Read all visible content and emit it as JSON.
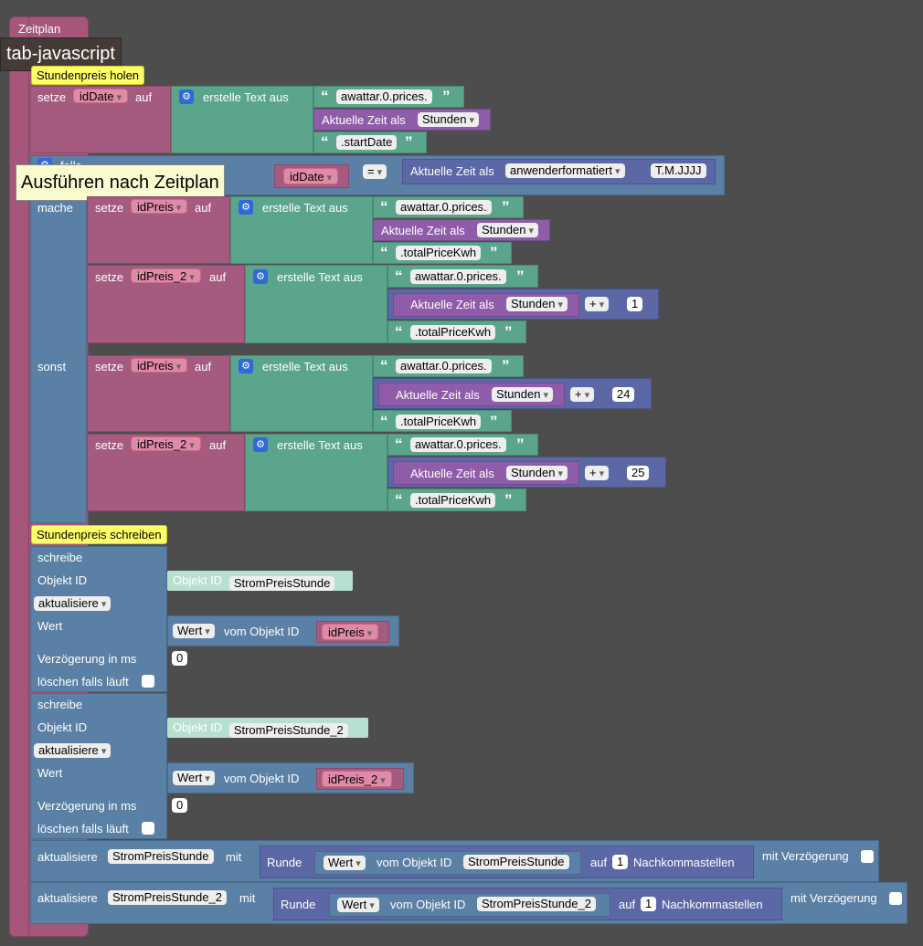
{
  "schedule": {
    "label": "Zeitplan",
    "tooltip": "Ausführen nach Zeitplan"
  },
  "tab_tooltip": "tab-javascript",
  "comments": {
    "price_get": "Stundenpreis holen",
    "price_write": "Stundenpreis schreiben"
  },
  "kw": {
    "set": "setze",
    "to": "auf",
    "create_text": "erstelle Text aus",
    "if": "falls",
    "do": "mache",
    "else": "sonst",
    "current_time_as": "Aktuelle Zeit als",
    "hours": "Stunden",
    "user_format": "anwenderformatiert",
    "equals": "=",
    "plus": "+",
    "write": "schreibe",
    "object_id": "Objekt ID",
    "update": "aktualisiere",
    "value": "Wert",
    "from_object_id": "vom Objekt ID",
    "delay_ms": "Verzögerung in ms",
    "clear_if_running": "löschen falls läuft",
    "with": "mit",
    "round": "Runde",
    "decimals": "Nachkommastellen",
    "with_delay": "mit Verzögerung"
  },
  "vars": {
    "id_date": "idDate",
    "id_price": "idPreis",
    "id_price_2": "idPreis_2"
  },
  "strings": {
    "prefix": "awattar.0.prices.",
    "start_date": ".startDate",
    "total_price": ".totalPriceKwh",
    "date_format": "T.M.JJJJ"
  },
  "numbers": {
    "one": "1",
    "twentyfour": "24",
    "twentyfive": "25",
    "zero": "0",
    "round_digits": "1"
  },
  "objects": {
    "hour": "StromPreisStunde",
    "hour_2": "StromPreisStunde_2"
  }
}
